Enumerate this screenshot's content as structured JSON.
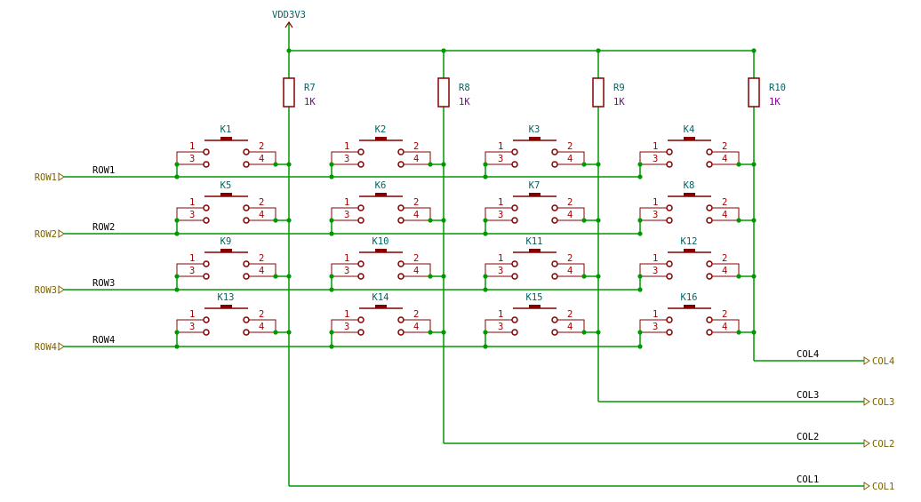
{
  "power": {
    "label": "VDD3V3"
  },
  "resistors": [
    {
      "ref": "R7",
      "value": "1K"
    },
    {
      "ref": "R8",
      "value": "1K"
    },
    {
      "ref": "R9",
      "value": "1K"
    },
    {
      "ref": "R10",
      "value": "1K"
    }
  ],
  "switches": [
    "K1",
    "K2",
    "K3",
    "K4",
    "K5",
    "K6",
    "K7",
    "K8",
    "K9",
    "K10",
    "K11",
    "K12",
    "K13",
    "K14",
    "K15",
    "K16"
  ],
  "switch_pins": [
    "1",
    "2",
    "3",
    "4"
  ],
  "rows": [
    {
      "net": "ROW1",
      "port": "ROW1"
    },
    {
      "net": "ROW2",
      "port": "ROW2"
    },
    {
      "net": "ROW3",
      "port": "ROW3"
    },
    {
      "net": "ROW4",
      "port": "ROW4"
    }
  ],
  "cols": [
    {
      "net": "COL1",
      "port": "COL1"
    },
    {
      "net": "COL2",
      "port": "COL2"
    },
    {
      "net": "COL3",
      "port": "COL3"
    },
    {
      "net": "COL4",
      "port": "COL4"
    }
  ],
  "colors": {
    "wire": "#009900",
    "component": "#840000",
    "reference": "#006464",
    "value": "#7e0096",
    "global_label": "#7d6200"
  }
}
